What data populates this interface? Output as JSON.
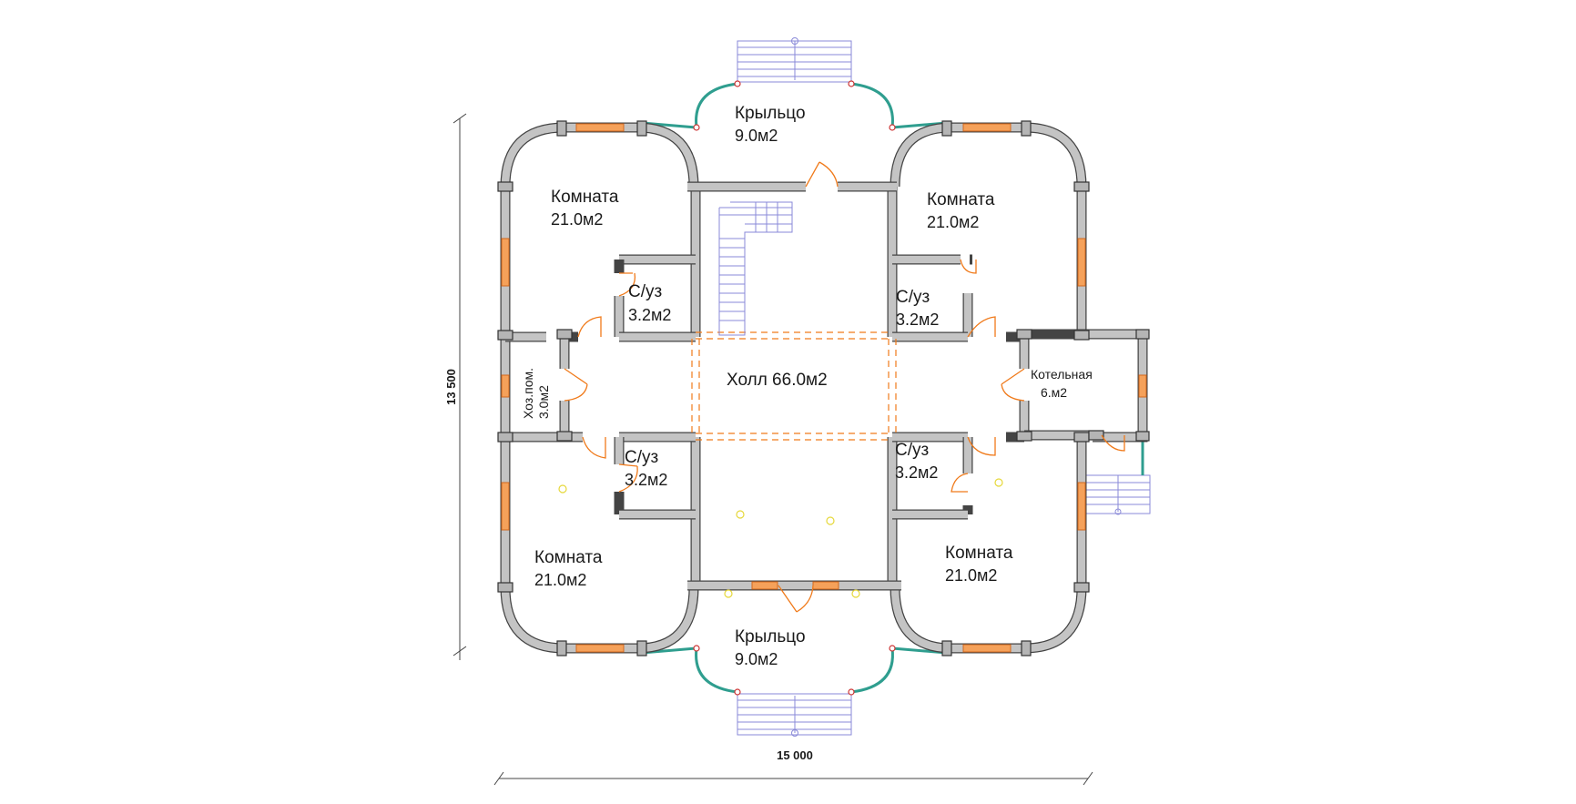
{
  "plan": {
    "rooms": {
      "porch_top": {
        "name": "Крыльцо",
        "area": "9.0м2"
      },
      "room_tl": {
        "name": "Комната",
        "area": "21.0м2"
      },
      "room_tr": {
        "name": "Комната",
        "area": "21.0м2"
      },
      "bath_tl": {
        "name": "С/уз",
        "area": "3.2м2"
      },
      "bath_tr": {
        "name": "С/уз",
        "area": "3.2м2"
      },
      "utility": {
        "name": "Хоз.пом.",
        "area": "3.0м2"
      },
      "hall": {
        "name": "Холл 66.0м2"
      },
      "boiler": {
        "name": "Котельная",
        "area": "6.м2"
      },
      "bath_bl": {
        "name": "С/уз",
        "area": "3.2м2"
      },
      "bath_br": {
        "name": "С/уз",
        "area": "3.2м2"
      },
      "room_bl": {
        "name": "Комната",
        "area": "21.0м2"
      },
      "room_br": {
        "name": "Комната",
        "area": "21.0м2"
      },
      "porch_bottom": {
        "name": "Крыльцо",
        "area": "9.0м2"
      }
    },
    "dimensions": {
      "width": "15 000",
      "height": "13 500"
    }
  }
}
